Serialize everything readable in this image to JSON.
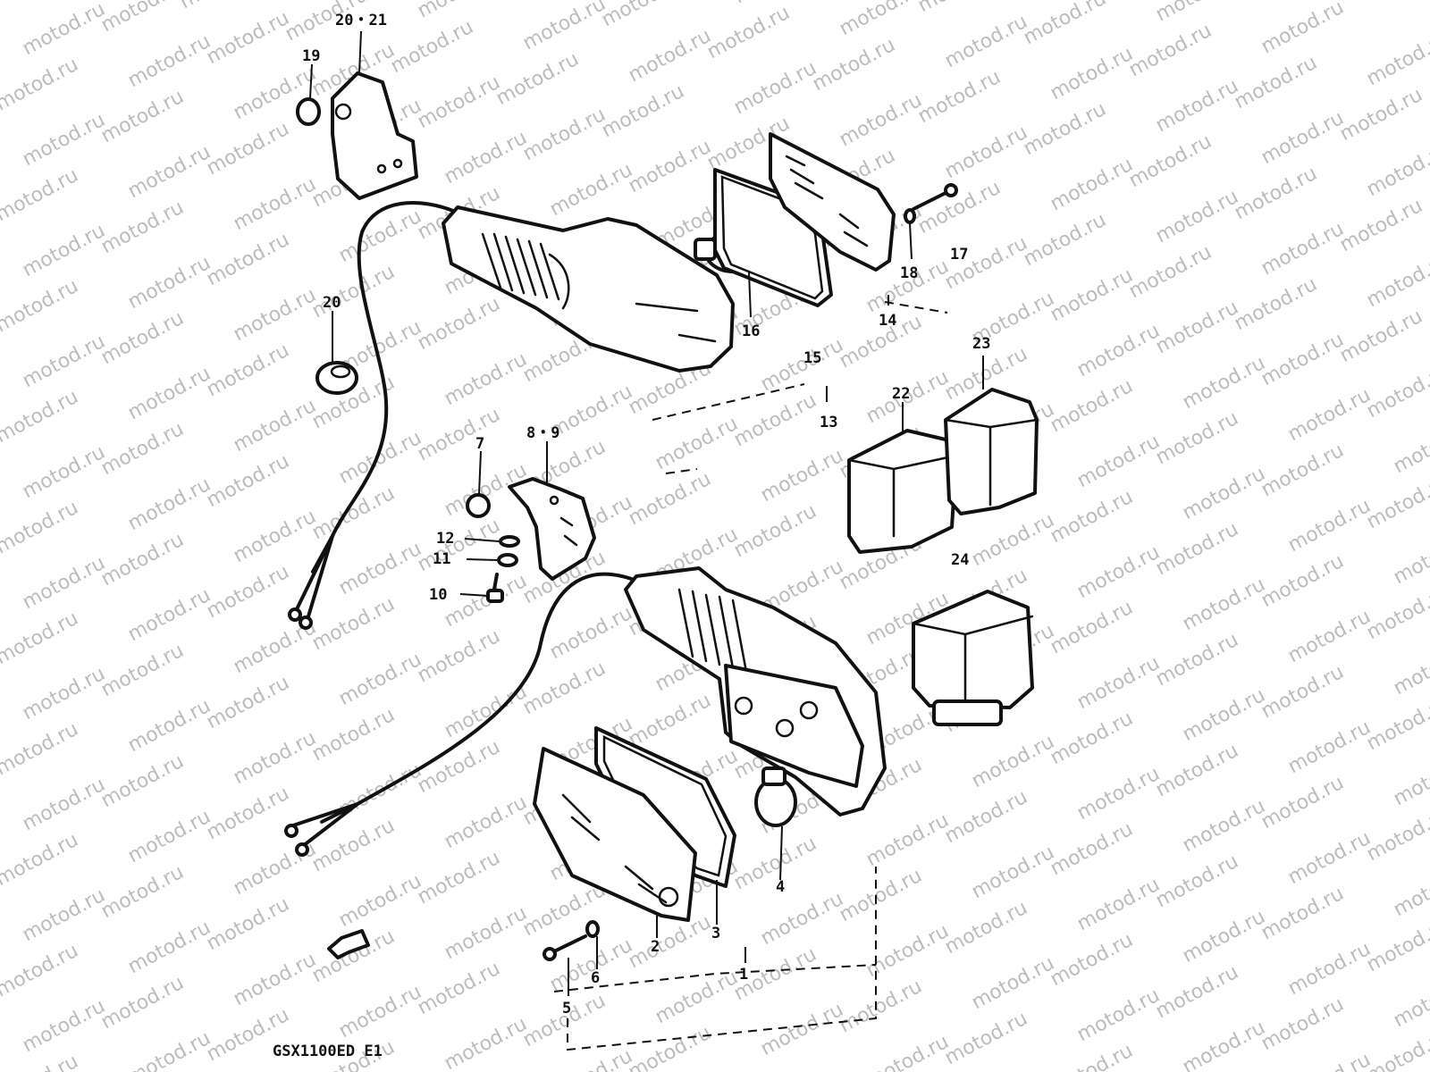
{
  "watermark": "motod.ru",
  "model_code": "GSX1100ED E1",
  "callouts": {
    "c1": "1",
    "c2": "2",
    "c3": "3",
    "c4": "4",
    "c5": "5",
    "c6": "6",
    "c7": "7",
    "c8_9": "8・9",
    "c10": "10",
    "c11": "11",
    "c12": "12",
    "c13": "13",
    "c14": "14",
    "c15": "15",
    "c16": "16",
    "c17": "17",
    "c18": "18",
    "c19": "19",
    "c20": "20",
    "c20_21": "20・21",
    "c22": "22",
    "c23": "23",
    "c24": "24"
  }
}
